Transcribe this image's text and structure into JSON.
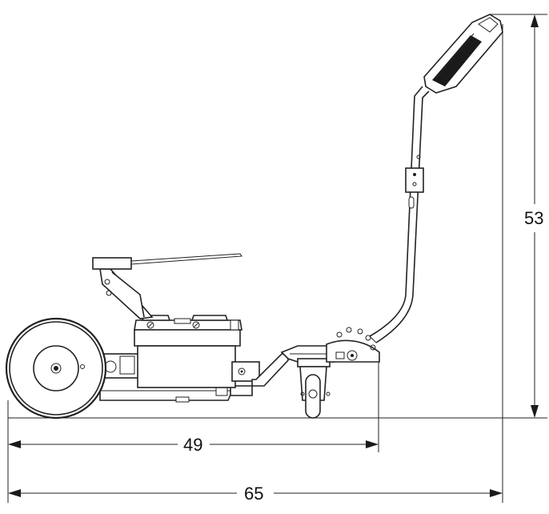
{
  "dimensions": {
    "height_label": "53",
    "wheelbase_label": "49",
    "overall_length_label": "65"
  },
  "colors": {
    "line": "#222222",
    "fill_dark": "#1a1a1a",
    "background": "#ffffff"
  }
}
